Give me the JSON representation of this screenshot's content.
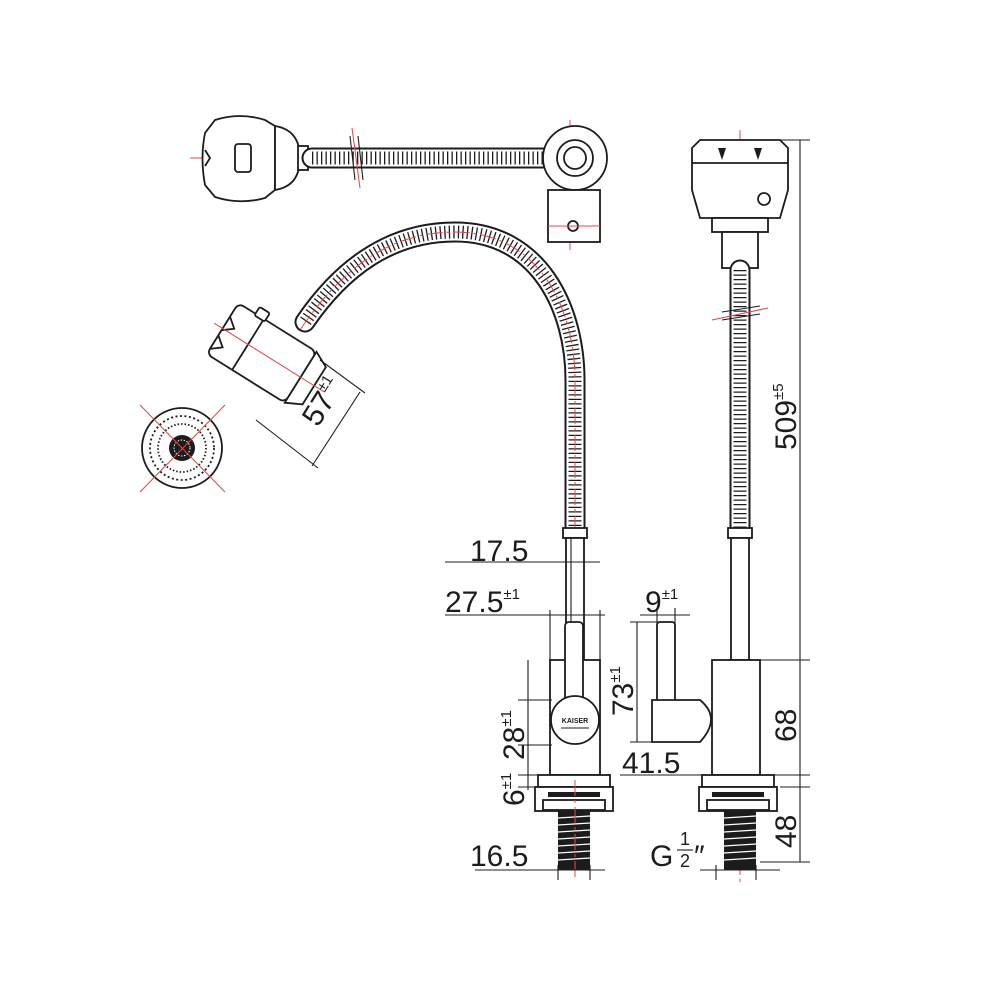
{
  "dimensions": {
    "head_length": {
      "value": "57",
      "tol": "±1"
    },
    "total_height": {
      "value": "509",
      "tol": "±5"
    },
    "spout_diameter": {
      "value": "17.5"
    },
    "body_diameter": {
      "value": "27.5",
      "tol": "±1"
    },
    "lever_width": {
      "value": "9",
      "tol": "±1"
    },
    "lever_height": {
      "value": "73",
      "tol": "±1"
    },
    "lever_offset": {
      "value": "28",
      "tol": "±1"
    },
    "body_height": {
      "value": "68"
    },
    "flange_height": {
      "value": "6",
      "tol": "±1"
    },
    "flange_width": {
      "value": "41.5"
    },
    "shank_diameter": {
      "value": "16.5"
    },
    "shank_length": {
      "value": "48"
    },
    "thread": {
      "prefix": "G",
      "num": "1",
      "den": "2",
      "unit": "″"
    }
  },
  "logo_text": "KAISER"
}
